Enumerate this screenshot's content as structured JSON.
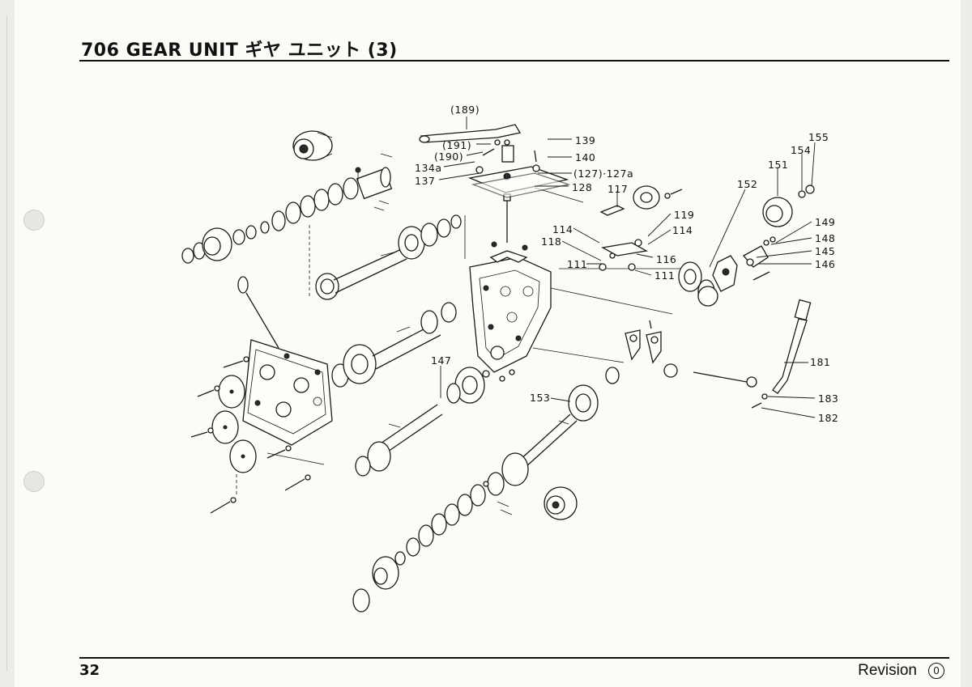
{
  "page": {
    "title": "706 GEAR UNIT ギヤ ユニット (3)",
    "page_number": "32",
    "revision_label": "Revision",
    "revision_number": "0"
  },
  "diagram": {
    "part_labels": {
      "p189": "(189)",
      "p191": "(191)",
      "p190": "(190)",
      "p139": "139",
      "p140": "140",
      "p134a": "134a",
      "p137": "137",
      "p127": "(127)·127a",
      "p128": "128",
      "p117": "117",
      "p119": "119",
      "p114a": "114",
      "p114b": "114",
      "p118": "118",
      "p116": "116",
      "p111a": "111",
      "p111b": "111",
      "p152": "152",
      "p151": "151",
      "p154": "154",
      "p155": "155",
      "p149": "149",
      "p148": "148",
      "p145": "145",
      "p146": "146",
      "p147": "147",
      "p153": "153",
      "p181": "181",
      "p183": "183",
      "p182": "182"
    }
  }
}
